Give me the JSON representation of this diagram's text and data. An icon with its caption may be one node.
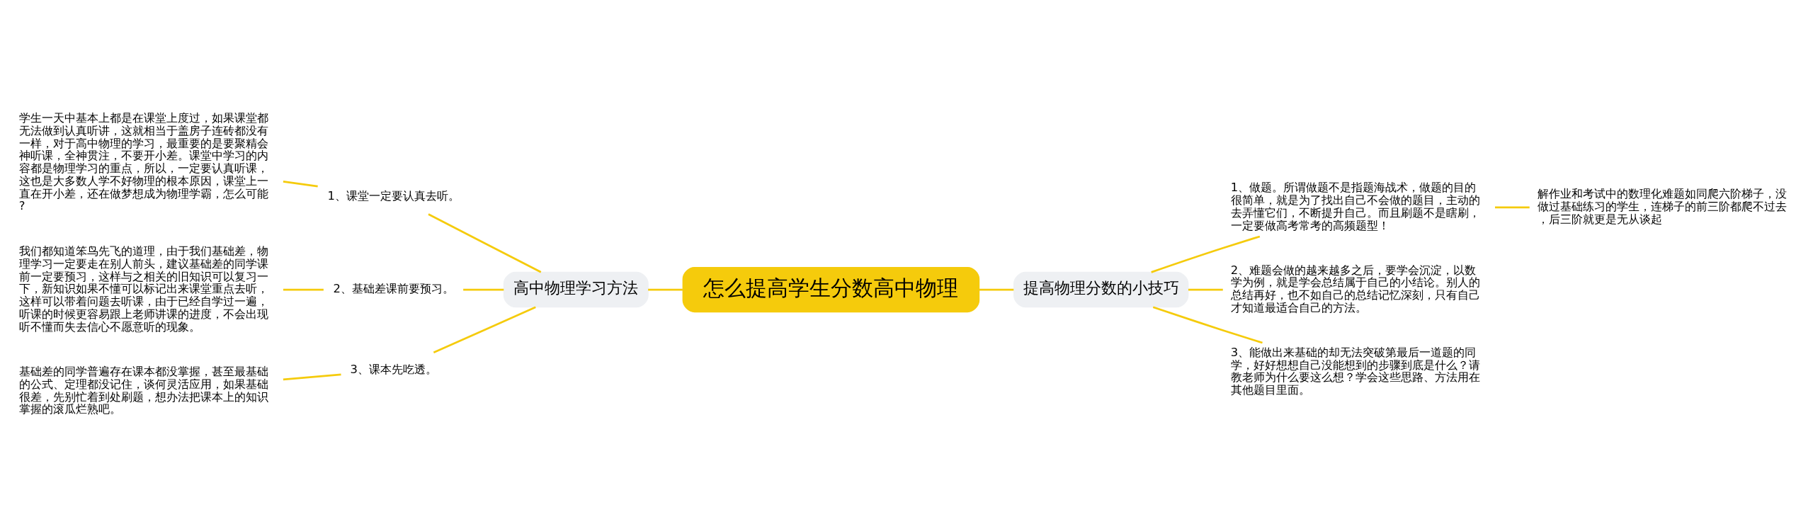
{
  "diagram": {
    "nodes": [
      {
        "text": [
          "怎么提高学生分数高中物理"
        ]
      },
      {
        "text": [
          "高中物理学习方法"
        ]
      },
      {
        "text": [
          "1、课堂一定要认真去听。"
        ]
      },
      {
        "text": [
          "学生一天中基本上都是在课堂上度过，如果课堂都无法做到认真听讲，这就相当于盖房子连砖都没有一样，对于高中物理的学习，最重要的是要聚精会神听课，全神贯注，不要开小差。课堂中学习的内容都是物理学习的重点，所以，一定要认真听课，这也是大多数人学不好物理的根本原因，课堂上一直在开小差，还在做梦想成为物理学霸，怎么可能?"
        ]
      },
      {
        "text": [
          "2、基础差课前要预习。"
        ]
      },
      {
        "text": [
          "我们都知道笨鸟先飞的道理，由于我们基础差，物理学习一定要走在别人前头，建议基础差的同学课前一定要预习，这样与之相关的旧知识可以复习一下，新知识如果不懂可以标记出来课堂重点去听，这样可以带着问题去听课，由于已经自学过一遍，听课的时候更容易跟上老师讲课的进度，不会出现听不懂而失去信心不愿意听的现象。"
        ]
      },
      {
        "text": [
          "3、课本先吃透。"
        ]
      },
      {
        "text": [
          "基础差的同学普遍存在课本都没掌握，甚至最基础的公式、定理都没记住，谈何灵活应用，如果基础很差，先别忙着到处刷题，想办法把课本上的知识掌握的滚瓜烂熟吧。"
        ]
      },
      {
        "text": [
          "提高物理分数的小技巧"
        ]
      },
      {
        "text": [
          "1、做题。所谓做题不是指题海战术，做题的目的很简单，就是为了找出自己不会做的题目，主动的去弄懂它们，不断提升自己。而且刷题不是瞎刷，一定要做高考常考的高频题型！"
        ]
      },
      {
        "text": [
          "解作业和考试中的数理化难题如同爬六阶梯子，没做过基础练习的学生，连梯子的前三阶都爬不过去，后三阶就更是无从谈起"
        ]
      },
      {
        "text": [
          "2、难题会做的越来越多之后，要学会沉淀，以数学为例，就是学会总结属于自己的小结论。别人的总结再好，也不如自己的总结记忆深刻，只有自己才知道最适合自己的方法。"
        ]
      },
      {
        "text": [
          "3、能做出来基础的却无法突破第最后一道题的同学，好好想想自己没能想到的步骤到底是什么？请教老师为什么要这么想？学会这些思路、方法用在其他题目里面。"
        ]
      }
    ],
    "edges": [
      {
        "from": 0,
        "to": 1,
        "arrow": "none"
      },
      {
        "from": 1,
        "to": 2,
        "arrow": "none"
      },
      {
        "from": 2,
        "to": 3,
        "arrow": "none"
      },
      {
        "from": 1,
        "to": 4,
        "arrow": "none"
      },
      {
        "from": 4,
        "to": 5,
        "arrow": "none"
      },
      {
        "from": 1,
        "to": 6,
        "arrow": "none"
      },
      {
        "from": 6,
        "to": 7,
        "arrow": "none"
      },
      {
        "from": 0,
        "to": 8,
        "arrow": "none"
      },
      {
        "from": 8,
        "to": 9,
        "arrow": "none"
      },
      {
        "from": 9,
        "to": 10,
        "arrow": "none"
      },
      {
        "from": 8,
        "to": 11,
        "arrow": "none"
      },
      {
        "from": 8,
        "to": 12,
        "arrow": "none"
      }
    ]
  }
}
